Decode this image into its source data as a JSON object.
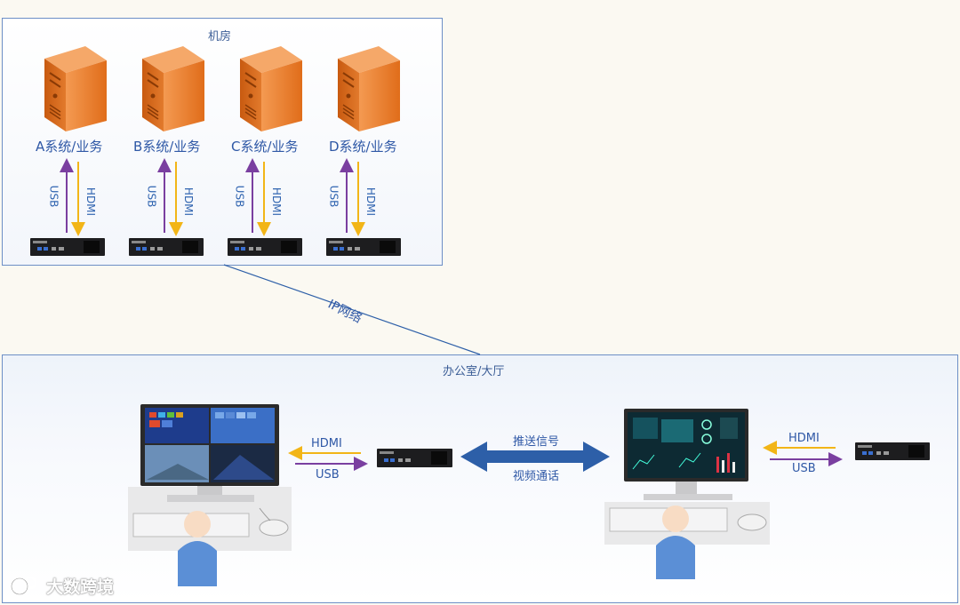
{
  "room": {
    "title": "机房"
  },
  "systems": [
    {
      "label": "A系统/业务"
    },
    {
      "label": "B系统/业务"
    },
    {
      "label": "C系统/业务"
    },
    {
      "label": "D系统/业务"
    }
  ],
  "link_labels": {
    "usb": "USB",
    "hdmi": "HDMI"
  },
  "network": {
    "label": "IP网络"
  },
  "office": {
    "title": "办公室/大厅"
  },
  "center_arrow": {
    "top_label": "推送信号",
    "bottom_label": "视频通话"
  },
  "colors": {
    "usb": "#7a3fa0",
    "hdmi": "#f2b517",
    "border": "#6d8fc6",
    "server": "#e8731f",
    "arrow": "#2d5fa8"
  },
  "watermark": {
    "text": "大数跨境"
  }
}
